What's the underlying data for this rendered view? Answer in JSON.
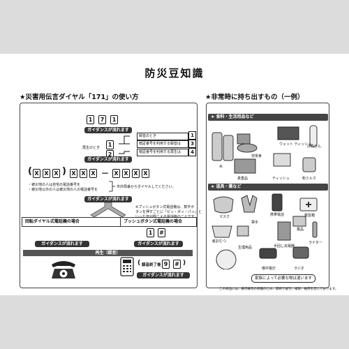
{
  "title": "防災豆知識",
  "left": {
    "heading": "★災害用伝言ダイヤル「171」の使い方",
    "dial_top": [
      "1",
      "7",
      "1"
    ],
    "guidance": "ガイダンスが流れます",
    "branch_record_label": "録音のとき",
    "branch_play_label": "再生のとき",
    "branch_keys": [
      "1",
      "2",
      "3",
      "4"
    ],
    "branch_notes": [
      "録音のとき",
      "暗証番号を利用する録音は",
      "暗証番号を利用する再生は"
    ],
    "phone_row": {
      "a": [
        "X",
        "X",
        "X"
      ],
      "b": [
        "X",
        "X",
        "X"
      ],
      "dash": "－",
      "c": [
        "X",
        "X",
        "X",
        "X"
      ]
    },
    "notes": [
      "・被災地の人は自宅の電話番号を",
      "・被災地以外の人は被災地の人の電話番号を"
    ],
    "note_right": "市外局番からダイヤルしてください。",
    "push_note": [
      "※プッシュボタン式電話機は、数字ボ",
      "タンを押すごとに「ピッ・ポッ・パッ」と",
      "いった音が聞こえる電話機のことです。"
    ],
    "rotary_title": "回転ダイヤル式電話機の場合",
    "push_title": "プッシュボタン式電話機の場合",
    "push_keys": [
      "1",
      "#"
    ],
    "play_band": "再生（録音）",
    "end_label": "録音終了後",
    "end_keys": [
      "9",
      "#"
    ]
  },
  "right": {
    "heading": "★非常時に持ち出すもの（一例）",
    "cat1": "★ 食料・生活用品など",
    "cat1_items": [
      "ウェット ティッシュ",
      "ほ乳びん",
      "非常食",
      "水",
      "貴重品",
      "ティッシュ",
      "粉ミルク"
    ],
    "cat2": "★ 道具・薬など",
    "cat2_items": [
      "マスク",
      "携帯電話",
      "救急箱",
      "軍手",
      "薬品",
      "紙おむつ",
      "生理用品",
      "手回し充電器",
      "ライター",
      "懐中電灯",
      "ラジオ"
    ],
    "speech": "家族によって必要な物は違います",
    "footer": "この商品には、著作権等の保護のため、無断で複写、複製、転用を禁じております。"
  },
  "colors": {
    "dark": "#333333",
    "band": "#555555",
    "item": "#bbbbbb"
  }
}
